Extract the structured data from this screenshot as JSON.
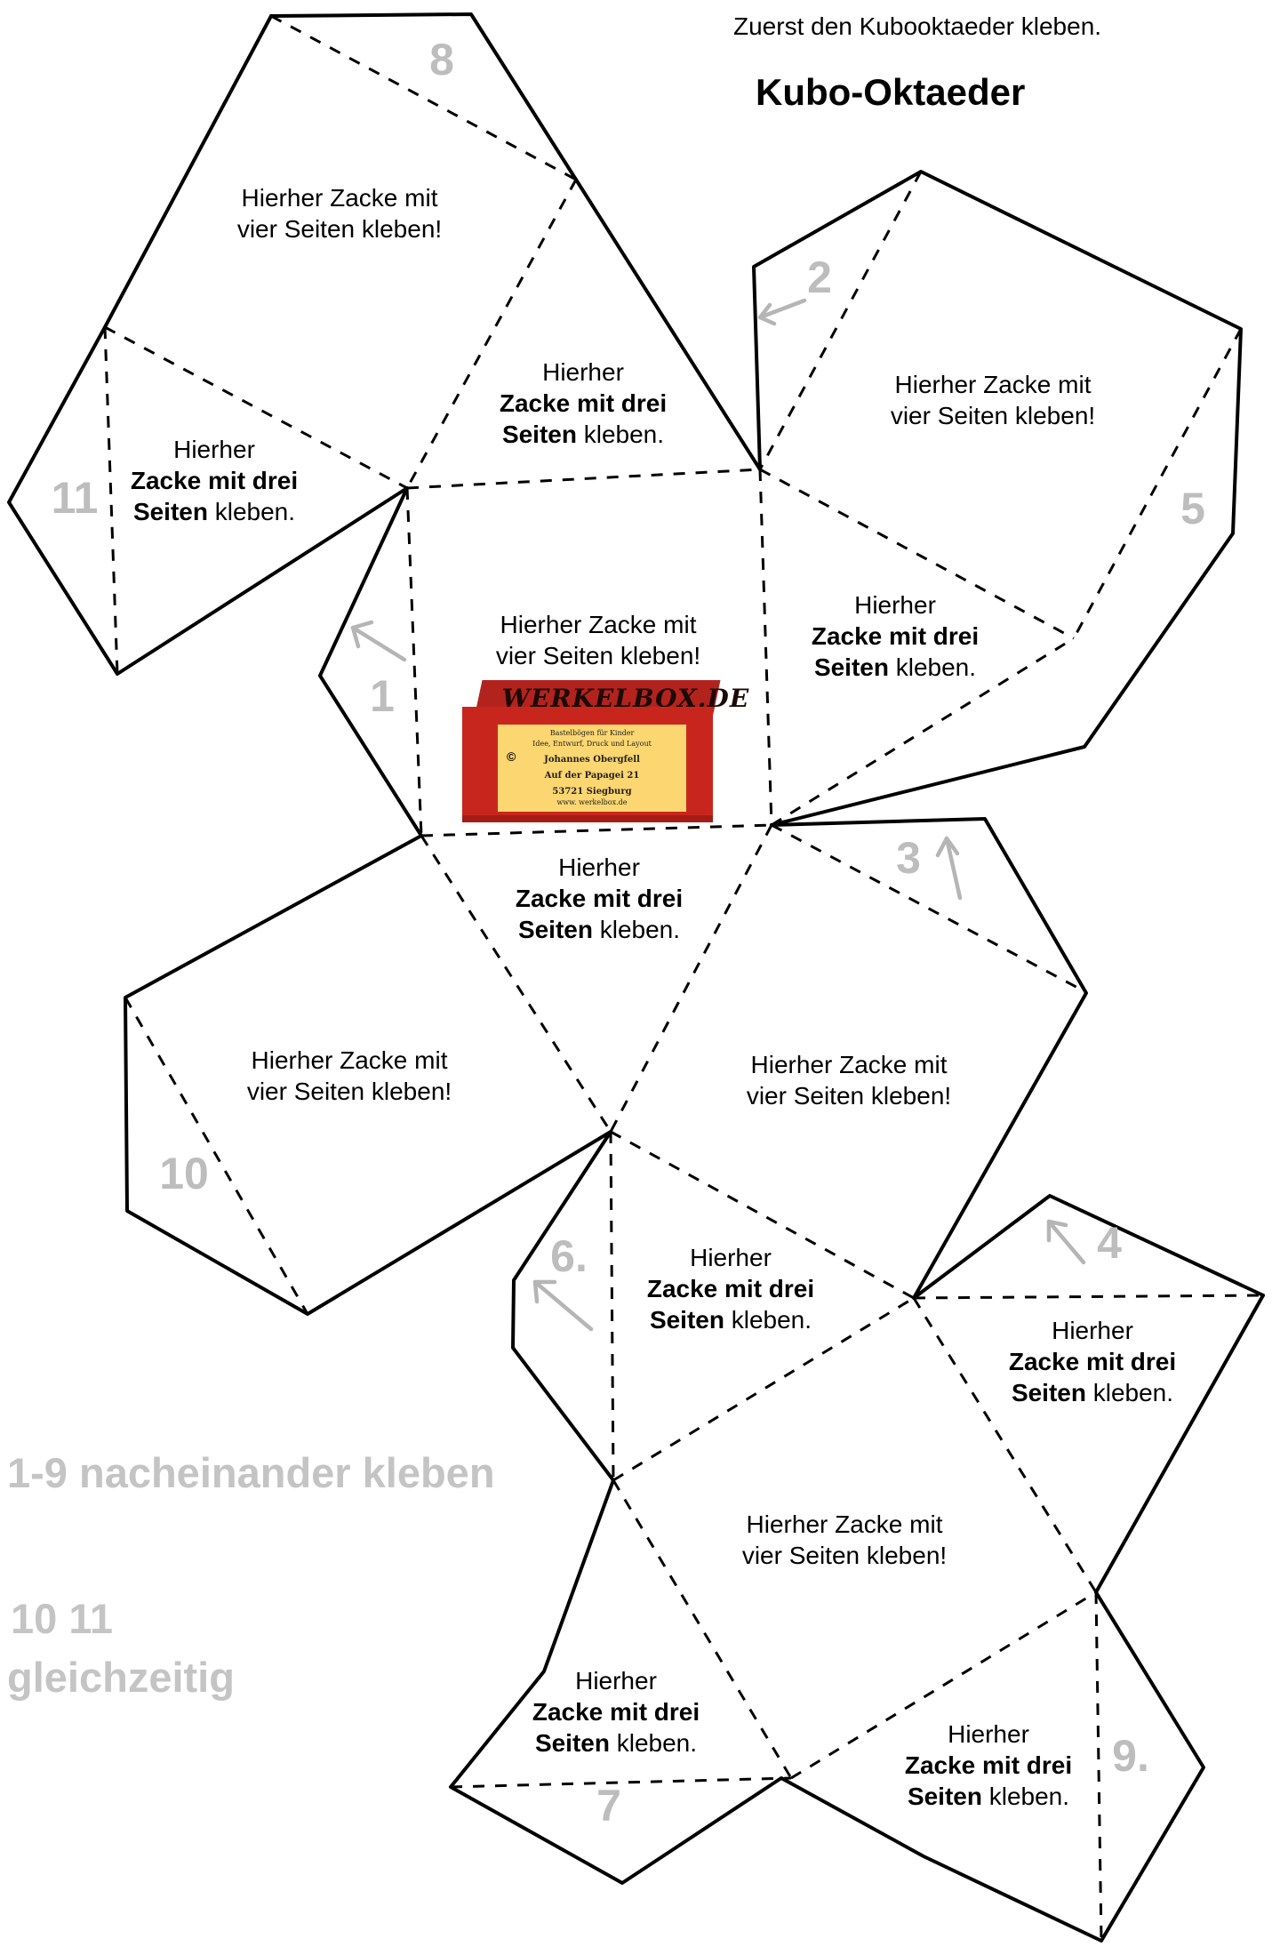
{
  "header": {
    "instruction": "Zuerst den Kubooktaeder kleben.",
    "title": "Kubo-Oktaeder"
  },
  "faces": {
    "square": "Hierher Zacke mit vier Seiten kleben!",
    "tri_l1": "Hierher",
    "tri_l2": "Zacke mit drei",
    "tri_l3a": "Seiten",
    "tri_l3b": " kleben."
  },
  "tab_numbers": [
    "1",
    "2",
    "3",
    "4",
    "5",
    "6.",
    "7",
    "8",
    "9.",
    "10",
    "11"
  ],
  "notes": {
    "sequence": "1-9 nacheinander kleben",
    "simultaneous_line1": "10 11",
    "simultaneous_line2": "gleichzeitig"
  },
  "logo": {
    "brand": "WERKELBOX.DE",
    "line1": "Bastelbögen für Kinder",
    "line2": "Idee, Entwurf, Druck und Layout",
    "line3": "Johannes Obergfell",
    "line4": "Auf der Papagei 21",
    "line5": "53721 Siegburg",
    "line6": "www. werkelbox.de",
    "copyright": "©"
  },
  "colors": {
    "line": "#000000",
    "number_grey": "#bdbdbd",
    "arrow_grey": "#b5b5b5",
    "logo_red": "#c8261d",
    "logo_card": "#fcd670"
  }
}
